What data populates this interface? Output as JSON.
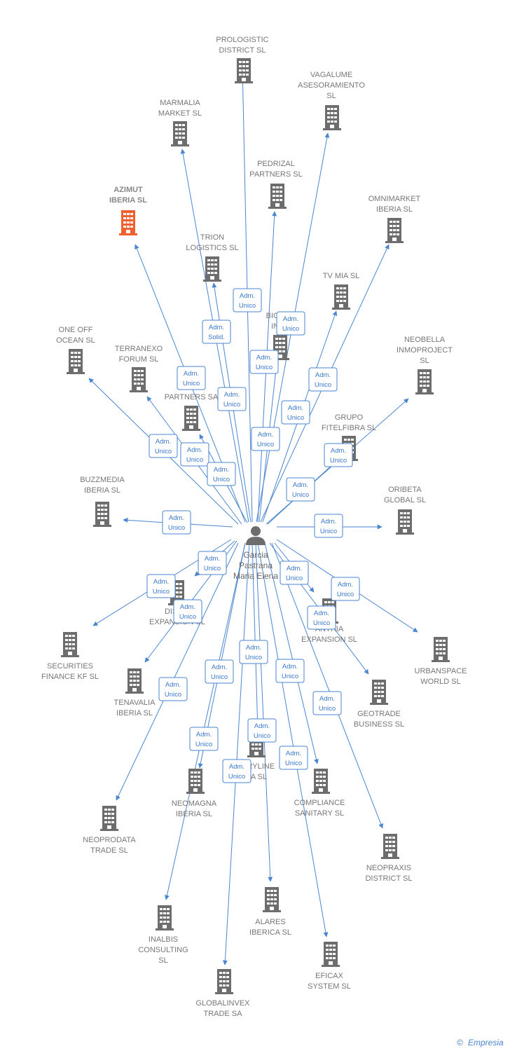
{
  "person": {
    "name_lines": [
      "Garcia",
      "Pastrana",
      "Maria Elena"
    ],
    "icon": "person-icon"
  },
  "colors": {
    "edge": "#4a86d0",
    "building": "#6d6d6d",
    "highlight": "#f0602e"
  },
  "companies": [
    {
      "id": "prologistic",
      "lines": [
        "PROLOGISTIC",
        "DISTRICT  SL"
      ]
    },
    {
      "id": "vagalume",
      "lines": [
        "VAGALUME",
        "ASESORAMIENTO",
        "SL"
      ]
    },
    {
      "id": "marmalia",
      "lines": [
        "MARMALIA",
        "MARKET  SL"
      ]
    },
    {
      "id": "pedrizal",
      "lines": [
        "PEDRIZAL",
        "PARTNERS  SL"
      ]
    },
    {
      "id": "omnimarket",
      "lines": [
        "OMNIMARKET",
        "IBERIA  SL"
      ]
    },
    {
      "id": "azimut",
      "lines": [
        "AZIMUT",
        "IBERIA  SL"
      ],
      "highlight": true
    },
    {
      "id": "trion",
      "lines": [
        "TRION",
        "LOGISTICS  SL"
      ]
    },
    {
      "id": "tvmia",
      "lines": [
        "TV MIA  SL"
      ]
    },
    {
      "id": "bigpar",
      "lines": [
        "BIGPAR",
        "INVE"
      ]
    },
    {
      "id": "oneoff",
      "lines": [
        "ONE OFF",
        "OCEAN  SL"
      ]
    },
    {
      "id": "terranexo",
      "lines": [
        "TERRANEXO",
        "FORUM  SL"
      ]
    },
    {
      "id": "neobella",
      "lines": [
        "NEOBELLA",
        "INMOPROJECT",
        "SL"
      ]
    },
    {
      "id": "dpartners",
      "lines": [
        "D",
        "PARTNERS SA"
      ]
    },
    {
      "id": "grupofitel",
      "lines": [
        "GRUPO",
        "FITELFIBRA  SL"
      ]
    },
    {
      "id": "buzzmedia",
      "lines": [
        "BUZZMEDIA",
        "IBERIA  SL"
      ]
    },
    {
      "id": "oribeta",
      "lines": [
        "ORIBETA",
        "GLOBAL  SL"
      ]
    },
    {
      "id": "distrexp",
      "lines": [
        "DISTRI",
        "EXPANSION  SL"
      ]
    },
    {
      "id": "anthiaexp",
      "lines": [
        "ANTHIA",
        "EXPANSION  SL"
      ]
    },
    {
      "id": "urbanspace",
      "lines": [
        "URBANSPACE",
        "WORLD  SL"
      ]
    },
    {
      "id": "securities",
      "lines": [
        "SECURITIES",
        "FINANCE KF  SL"
      ]
    },
    {
      "id": "tenavalia",
      "lines": [
        "TENAVALIA",
        "IBERIA  SL"
      ]
    },
    {
      "id": "geotrade",
      "lines": [
        "GEOTRADE",
        "BUSINESS  SL"
      ]
    },
    {
      "id": "oryline",
      "lines": [
        "ORYLINE",
        "IA  SL"
      ]
    },
    {
      "id": "neomagna",
      "lines": [
        "NEOMAGNA",
        "IBERIA  SL"
      ]
    },
    {
      "id": "compliance",
      "lines": [
        "COMPLIANCE",
        "SANITARY  SL"
      ]
    },
    {
      "id": "neoprodata",
      "lines": [
        "NEOPRODATA",
        "TRADE  SL"
      ]
    },
    {
      "id": "neopraxis",
      "lines": [
        "NEOPRAXIS",
        "DISTRICT  SL"
      ]
    },
    {
      "id": "alares",
      "lines": [
        "ALARES",
        "IBERICA  SL"
      ]
    },
    {
      "id": "inalbis",
      "lines": [
        "INALBIS",
        "CONSULTING",
        "SL"
      ]
    },
    {
      "id": "eficax",
      "lines": [
        "EFICAX",
        "SYSTEM  SL"
      ]
    },
    {
      "id": "globalinvex",
      "lines": [
        "GLOBALINVEX",
        "TRADE SA"
      ]
    }
  ],
  "relations": [
    {
      "lines": [
        "Adm.",
        "Unico"
      ]
    },
    {
      "lines": [
        "Adm.",
        "Unico"
      ]
    },
    {
      "lines": [
        "Adm.",
        "Solid."
      ]
    },
    {
      "lines": [
        "Adm.",
        "Unico"
      ]
    },
    {
      "lines": [
        "Adm.",
        "Unico"
      ]
    },
    {
      "lines": [
        "Adm.",
        "Unico"
      ]
    },
    {
      "lines": [
        "Adm.",
        "Unico"
      ]
    },
    {
      "lines": [
        "Adm.",
        "Unico"
      ]
    },
    {
      "lines": [
        "Adm.",
        "Unico"
      ]
    },
    {
      "lines": [
        "Adm.",
        "Unico"
      ]
    },
    {
      "lines": [
        "Adm.",
        "Unico"
      ]
    },
    {
      "lines": [
        "Adm.",
        "Unico"
      ]
    },
    {
      "lines": [
        "Adm.",
        "Unico"
      ]
    },
    {
      "lines": [
        "Adm.",
        "Unico"
      ]
    },
    {
      "lines": [
        "Adm.",
        "Unico"
      ]
    },
    {
      "lines": [
        "Adm.",
        "Unico"
      ]
    },
    {
      "lines": [
        "Adm.",
        "Unico"
      ]
    },
    {
      "lines": [
        "Adm.",
        "Unico"
      ]
    },
    {
      "lines": [
        "Adm.",
        "Unico"
      ]
    },
    {
      "lines": [
        "Adm.",
        "Unico"
      ]
    },
    {
      "lines": [
        "Adm.",
        "Unico"
      ]
    },
    {
      "lines": [
        "Adm.",
        "Unico"
      ]
    },
    {
      "lines": [
        "Adm.",
        "Unico"
      ]
    },
    {
      "lines": [
        "Adm.",
        "Unico"
      ]
    },
    {
      "lines": [
        "Adm.",
        "Unico"
      ]
    },
    {
      "lines": [
        "Adm.",
        "Unico"
      ]
    },
    {
      "lines": [
        "Adm.",
        "Unico"
      ]
    },
    {
      "lines": [
        "Adm.",
        "Unico"
      ]
    },
    {
      "lines": [
        "Adm.",
        "Unico"
      ]
    },
    {
      "lines": [
        "Adm.",
        "Unico"
      ]
    },
    {
      "lines": [
        "Adm.",
        "Unico"
      ]
    }
  ],
  "watermark": {
    "copyright": "©",
    "brand": "Empresia"
  }
}
